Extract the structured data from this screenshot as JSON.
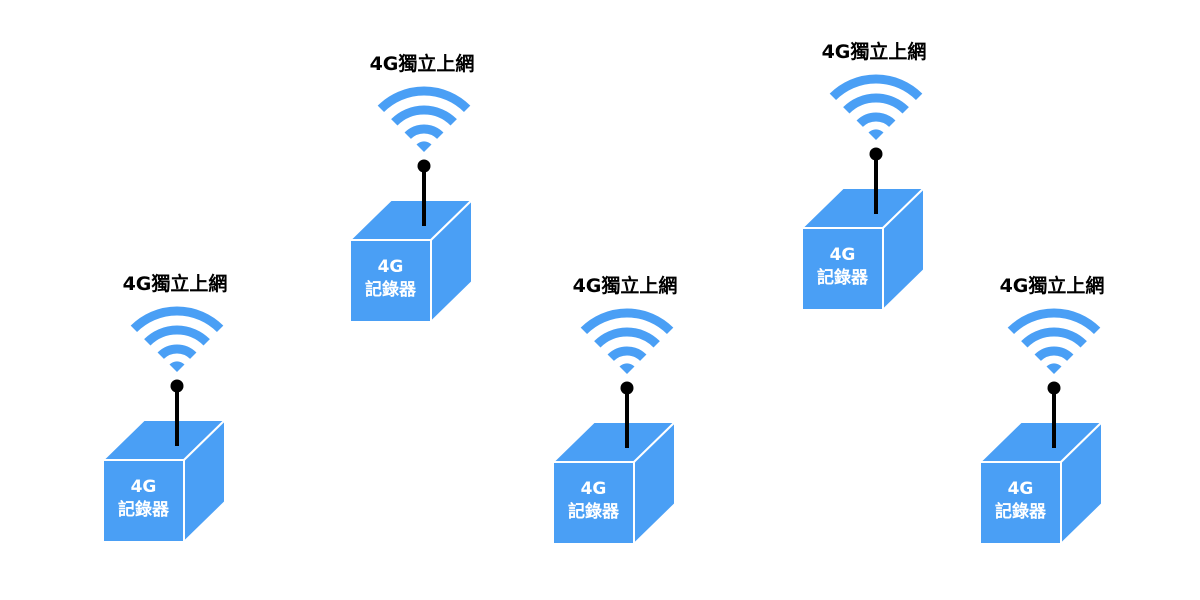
{
  "colors": {
    "box": "#4a9ff5",
    "box_edge": "#ffffff",
    "wifi": "#4a9ff5",
    "antenna": "#000000"
  },
  "devices": [
    {
      "label": "4G獨立上網",
      "box_line1": "4G",
      "box_line2": "記錄器",
      "wifi_icon": "wifi-icon"
    },
    {
      "label": "4G獨立上網",
      "box_line1": "4G",
      "box_line2": "記錄器",
      "wifi_icon": "wifi-icon"
    },
    {
      "label": "4G獨立上網",
      "box_line1": "4G",
      "box_line2": "記錄器",
      "wifi_icon": "wifi-icon"
    },
    {
      "label": "4G獨立上網",
      "box_line1": "4G",
      "box_line2": "記錄器",
      "wifi_icon": "wifi-icon"
    },
    {
      "label": "4G獨立上網",
      "box_line1": "4G",
      "box_line2": "記錄器",
      "wifi_icon": "wifi-icon"
    }
  ]
}
